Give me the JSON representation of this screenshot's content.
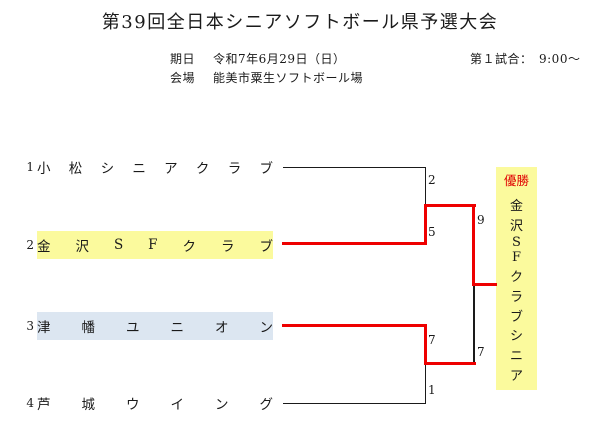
{
  "title": "第39回全日本シニアソフトボール県予選大会",
  "header": {
    "date_label": "期日",
    "date_value": "令和7年6月29日（日）",
    "venue_label": "会場",
    "venue_value": "能美市粟生ソフトボール場",
    "first_match": "第１試合：　9:00～"
  },
  "teams": [
    {
      "seed": "1",
      "name": "小松シニアクラブ",
      "highlight": "none"
    },
    {
      "seed": "2",
      "name": "金沢SFクラブ",
      "highlight": "yellow"
    },
    {
      "seed": "3",
      "name": "津幡ユニオン",
      "highlight": "blue"
    },
    {
      "seed": "4",
      "name": "芦城ウイング",
      "highlight": "none"
    }
  ],
  "bracket": {
    "semifinal1": {
      "top_team": "小松シニアクラブ",
      "bottom_team": "金沢SFクラブ",
      "top_score": "2",
      "bottom_score": "5",
      "winner": "bottom"
    },
    "semifinal2": {
      "top_team": "津幡ユニオン",
      "bottom_team": "芦城ウイング",
      "top_score": "7",
      "bottom_score": "1",
      "winner": "top"
    },
    "final": {
      "top_team": "金沢SFクラブ",
      "bottom_team": "津幡ユニオン",
      "top_score": "9",
      "bottom_score": "7",
      "winner": "top"
    }
  },
  "champion": {
    "label": "優勝",
    "name": "金沢SFクラブシニア"
  },
  "colors": {
    "winner_line": "#ee0000",
    "line": "#1a1a1a",
    "highlight_yellow": "#fbfa9d",
    "highlight_blue": "#dce6f1",
    "champion_box": "#fbfa9d",
    "champion_label_text": "#e00000"
  }
}
